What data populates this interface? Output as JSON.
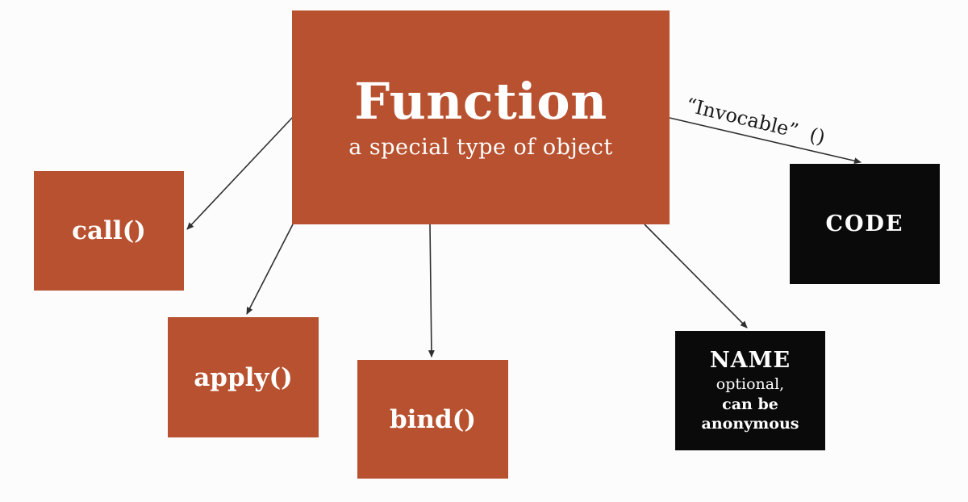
{
  "diagram": {
    "nodes": {
      "function": {
        "title": "Function",
        "subtitle": "a special type of object"
      },
      "call": {
        "label": "call()"
      },
      "apply": {
        "label": "apply()"
      },
      "bind": {
        "label": "bind()"
      },
      "name": {
        "title": "NAME",
        "lines": [
          "optional,",
          "can be",
          "anonymous"
        ]
      },
      "code": {
        "label": "CODE"
      }
    },
    "edge_labels": {
      "invocable": "“Invocable”  ()"
    }
  },
  "colors": {
    "accent": "#b8512f",
    "node_black": "#0a0a0a",
    "arrow": "#2f2f2f",
    "background": "#fcfcfc",
    "text_on_dark": "#ffffff",
    "label_text": "#1b1b1b"
  }
}
